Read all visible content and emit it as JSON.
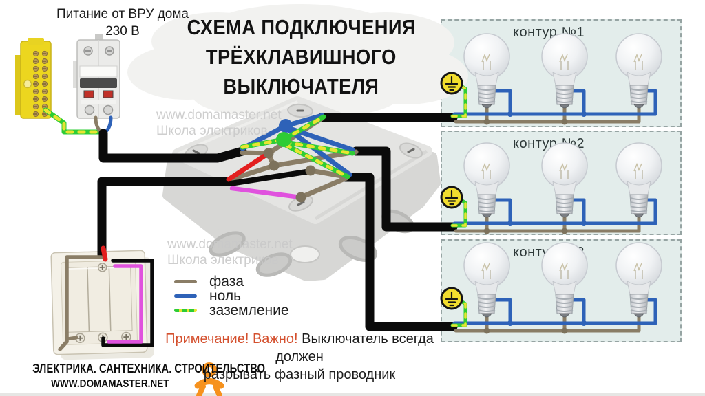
{
  "title": {
    "lines": [
      "СХЕМА ПОДКЛЮЧЕНИЯ",
      "ТРЁХКЛАВИШНОГО",
      "ВЫКЛЮЧАТЕЛЯ"
    ]
  },
  "supply": {
    "label": "Питание от ВРУ дома",
    "voltage": "230 В"
  },
  "watermark": {
    "site": "www.domamaster.net",
    "school": "Школа электриков"
  },
  "circuits": [
    {
      "label": "контур №1",
      "bulb_count": 3
    },
    {
      "label": "контур №2",
      "bulb_count": 3
    },
    {
      "label": "контур №3",
      "bulb_count": 3
    }
  ],
  "legend": {
    "phase": "фаза",
    "neutral": "ноль",
    "ground": "заземление"
  },
  "note": {
    "highlight": "Примечание! Важно!",
    "line1": "Выключатель всегда должен",
    "line2": "разрывать фазный проводник"
  },
  "footer": {
    "tagline": "ЭЛЕКТРИКА. САНТЕХНИКА. СТРОИТЕЛЬСТВО",
    "site": "WWW.DOMAMASTER.NET"
  },
  "colors": {
    "phase_wire": "#8a7d66",
    "neutral_wire": "#2e62b8",
    "ground_green": "#2ecc35",
    "ground_yellow": "#e8e432",
    "cable_black": "#0a0a0a",
    "switched_red": "#e31f1f",
    "switched_magenta": "#e052de",
    "panel_bg": "#e3edeb",
    "panel_border": "#96a4a3",
    "ground_badge": "#f2dd2e",
    "note_highlight": "#d4502e",
    "ok_orange": "#f6921e",
    "watermark_gray": "#c9c9c9"
  }
}
